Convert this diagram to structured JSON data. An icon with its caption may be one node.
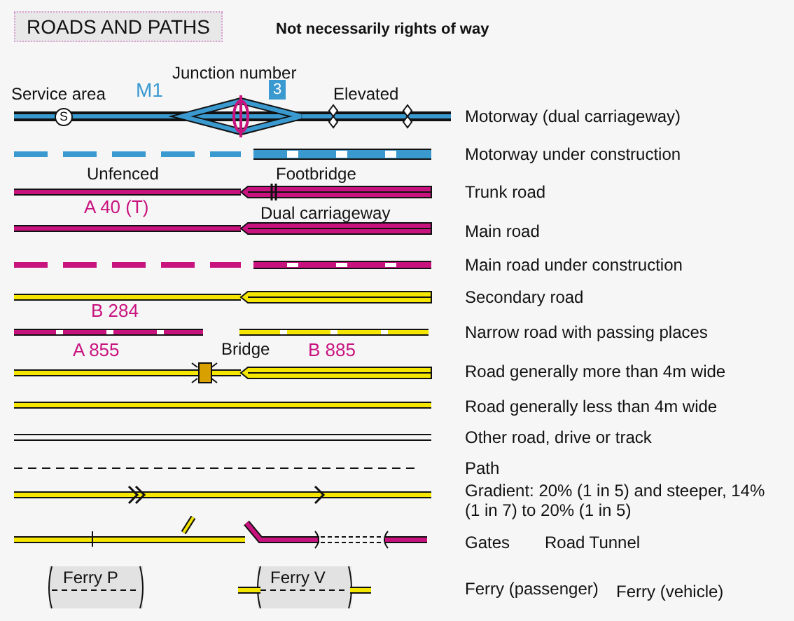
{
  "diagram": {
    "title": "ROADS AND PATHS",
    "labels": [
      "Not necessarily rights of way",
      "Junction number",
      "Service area",
      "M1",
      "3",
      "Elevated",
      "S",
      "Unfenced",
      "Footbridge",
      "A 40 (T)",
      "Dual carriageway",
      "B 284",
      "A 855",
      "Bridge",
      "B 885",
      "Gates",
      "Road Tunnel",
      "Ferry P",
      "Ferry V"
    ],
    "legend": [
      {
        "text": "Motorway (dual carriageway)"
      },
      {
        "text": "Motorway under construction"
      },
      {
        "text": "Trunk road"
      },
      {
        "text": "Main road"
      },
      {
        "text": "Main road under construction"
      },
      {
        "text": "Secondary road"
      },
      {
        "text": "Narrow road with passing places"
      },
      {
        "text": "Road generally more than 4m wide"
      },
      {
        "text": "Road generally less than 4m wide"
      },
      {
        "text": "Other road, drive or track"
      },
      {
        "text": "Path"
      },
      {
        "text": "Gradient: 20% (1 in 5) and steeper, 14% (1 in 7) to 20% (1 in 5)"
      },
      {
        "text": "Ferry (passenger)"
      },
      {
        "text": "Ferry (vehicle)"
      }
    ]
  }
}
